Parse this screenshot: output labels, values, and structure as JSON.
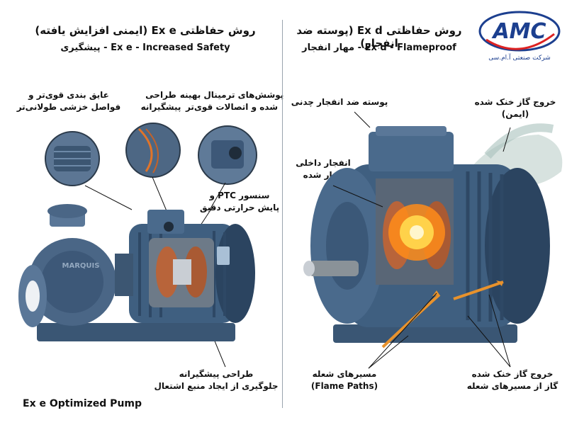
{
  "left_panel": {
    "title": "روش حفاظتی Ex e (ایمنی افزایش یافته)",
    "subtitle": "Ex e - Increased Safety - پیشگیری",
    "callouts": {
      "insulation": [
        "عایق بندی قوی‌تر و",
        "فواصل خزشی طولانی‌تر"
      ],
      "preventive_design": [
        "طراحی",
        "پیشگیرانه"
      ],
      "terminal_covers": [
        "پوشش‌های ترمینال بهینه",
        "شده و اتصالات قوی‌تر"
      ],
      "ptc_sensor": [
        "سنسور PTC و",
        "پایش حرارتی دقیق"
      ],
      "ignition_prevention": [
        "طراحی پیشگیرانه",
        "جلوگیری از ایجاد منبع اشتعال"
      ]
    },
    "pump_brand": "MARQUIS",
    "caption": "Ex e Optimized Pump"
  },
  "right_panel": {
    "title": "روش حفاظتی Ex d (پوسته ضد انفجار)",
    "subtitle": "Ex d - Flameproof - مهار انفجار",
    "callouts": {
      "cast_iron_enclosure": "پوسته ضد انفجار چدنی",
      "contained_explosion": [
        "انفجار داخلی",
        "مهار شده"
      ],
      "cool_gas_exit": [
        "خروج گاز خنک شده",
        "(ایمن)"
      ],
      "flame_paths": [
        "مسیرهای شعله",
        "(Flame Paths)"
      ],
      "cooled_gas_paths": [
        "خروج گاز خنک شده",
        "گاز از مسیرهای شعله"
      ]
    }
  },
  "logo": {
    "text": "AMC",
    "tagline": "شرکت صنعتی آ.ام.سی"
  },
  "colors": {
    "motor_blue": "#3f5f80",
    "motor_dark": "#2b4460",
    "copper": "#b8643a",
    "flame": "#ffb020",
    "logo_blue": "#1c3f8f",
    "arrow_orange": "#e8922c"
  }
}
